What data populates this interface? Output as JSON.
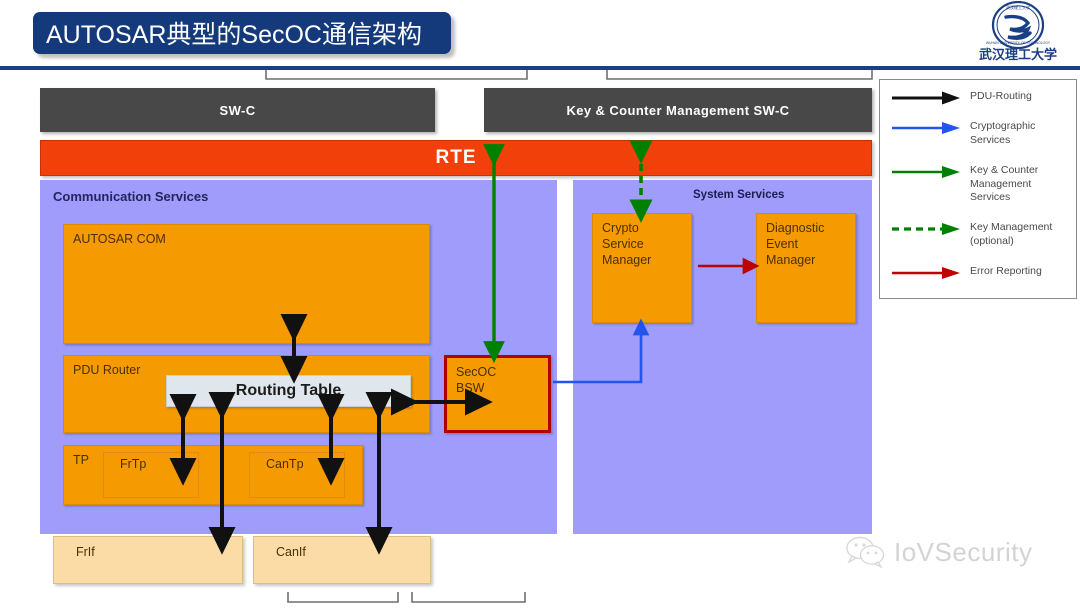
{
  "header": {
    "title": "AUTOSAR典型的SecOC通信架构",
    "logo_name": "wuhan-university-of-technology-logo",
    "accent_color": "#153A7B",
    "rule_color": "#1b3f85"
  },
  "watermark": {
    "text": "IoVSecurity",
    "icon": "wechat-icon"
  },
  "legend": {
    "items": [
      {
        "label": "PDU-Routing",
        "color": "#111111",
        "style": "solid"
      },
      {
        "label": "Cryptographic\nServices",
        "color": "#2255EE",
        "style": "solid"
      },
      {
        "label": "Key & Counter\nManagement\nServices",
        "color": "#008000",
        "style": "solid"
      },
      {
        "label": "Key Management\n(optional)",
        "color": "#008000",
        "style": "dashed"
      },
      {
        "label": "Error Reporting",
        "color": "#C00000",
        "style": "solid"
      }
    ]
  },
  "diagram": {
    "swc_left": "SW-C",
    "swc_right": "Key & Counter Management SW-C",
    "rte": "RTE",
    "communication_services": "Communication Services",
    "system_services": "System Services",
    "autosar_com": "AUTOSAR COM",
    "pdu_router": "PDU Router",
    "routing_table": "Routing Table",
    "secoc_bsw": "SecOC\nBSW",
    "tp": "TP",
    "frtp": "FrTp",
    "cantp": "CanTp",
    "crypto_service_manager": "Crypto\nService\nManager",
    "diagnostic_event_manager": "Diagnostic\nEvent\nManager",
    "frif": "FrIf",
    "canif": "CanIf"
  },
  "colors": {
    "orange_module": "#F59A00",
    "rte_bar": "#F2400A",
    "purple_panel": "#9f9cfb",
    "swc_gray": "#484848",
    "routing_table": "#dfe7ec",
    "interface_tan": "#FBDCA6",
    "secoc_border": "#B00000"
  }
}
